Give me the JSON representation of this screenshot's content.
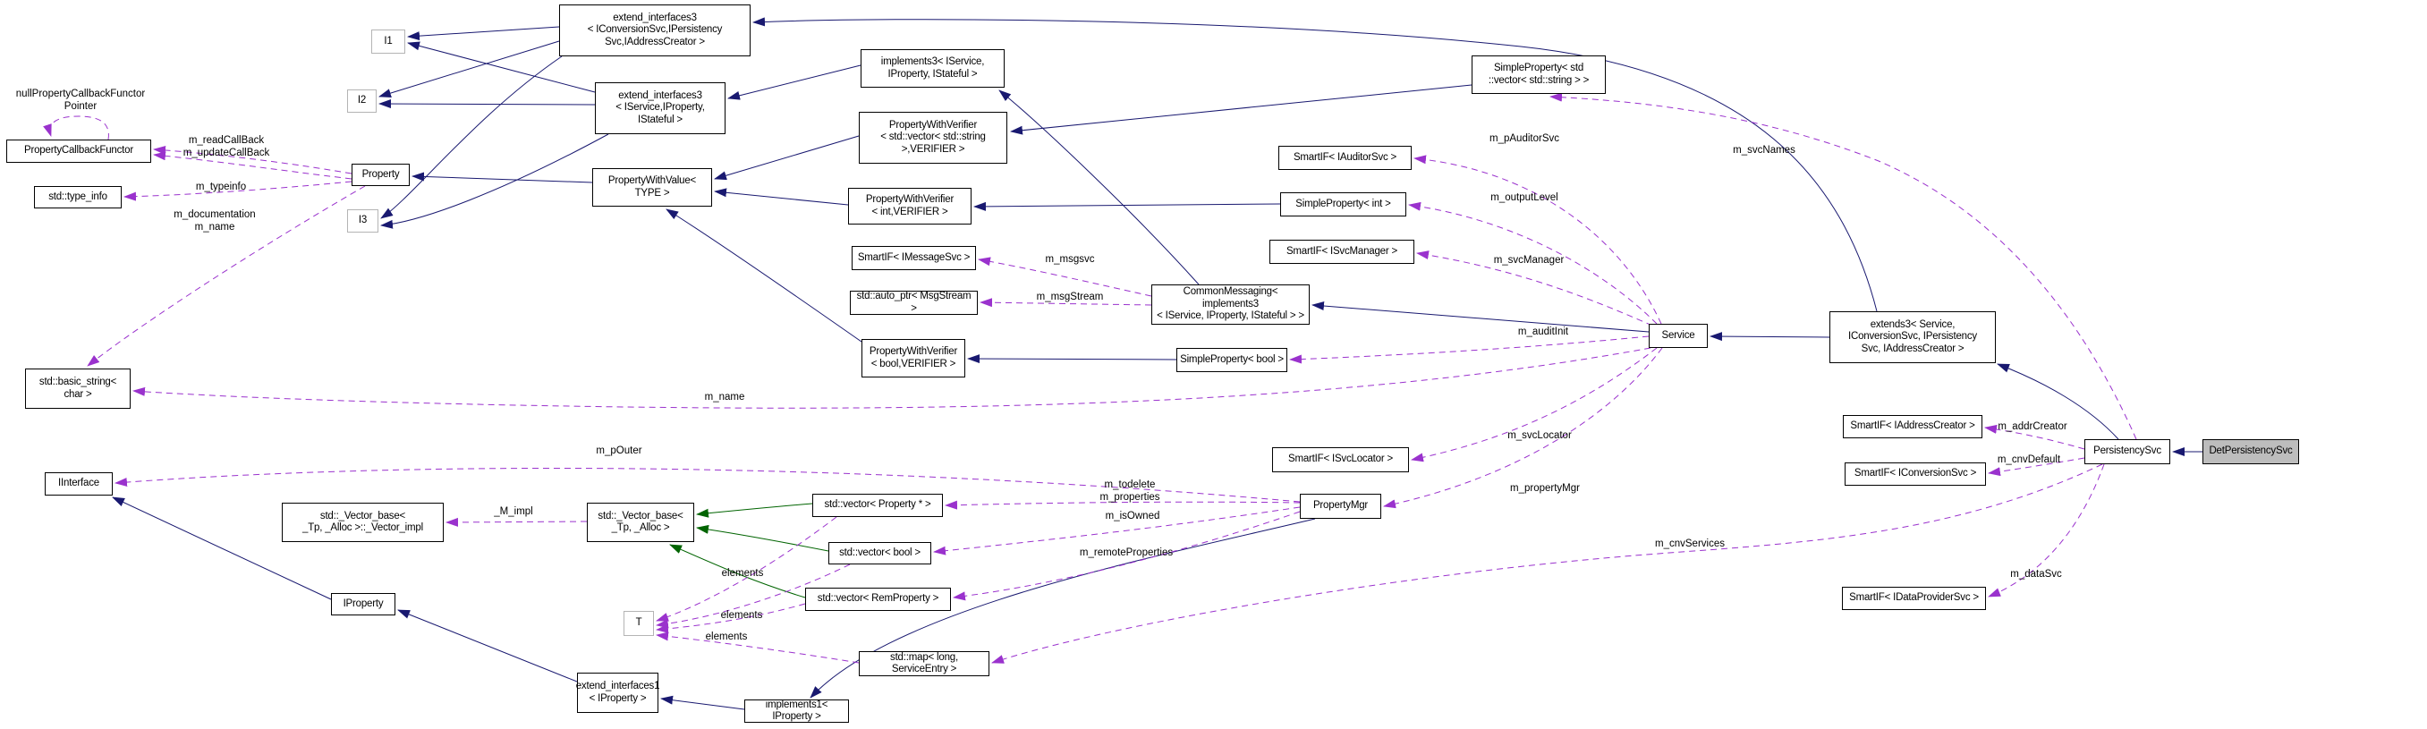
{
  "diagram": {
    "kind": "collaboration-graph",
    "colors": {
      "inheritance_edge": "#191970",
      "usage_edge": "#9a32cd",
      "template_edge": "#006400",
      "node_border": "#000000",
      "template_param_border": "#b4b4b4",
      "current_node_fill": "#bdbdbd"
    },
    "nodes": {
      "i1": {
        "label": "I1"
      },
      "i2": {
        "label": "I2"
      },
      "i3": {
        "label": "I3"
      },
      "t": {
        "label": "T"
      },
      "ext3_conv": {
        "label": "extend_interfaces3\n< IConversionSvc,IPersistency\nSvc,IAddressCreator >"
      },
      "ext3_svc": {
        "label": "extend_interfaces3\n< IService,IProperty,\nIStateful >"
      },
      "impl3": {
        "label": "implements3< IService,\nIProperty, IStateful >"
      },
      "pwv_vec": {
        "label": "PropertyWithVerifier\n< std::vector< std::string\n>,VERIFIER >"
      },
      "pwv_int": {
        "label": "PropertyWithVerifier\n< int,VERIFIER >"
      },
      "pwv_bool": {
        "label": "PropertyWithVerifier\n< bool,VERIFIER >"
      },
      "pwvalue": {
        "label": "PropertyWithValue<\nTYPE >"
      },
      "property": {
        "label": "Property"
      },
      "smartif_imessagesvc": {
        "label": "SmartIF< IMessageSvc >"
      },
      "autoptr_msgstream": {
        "label": "std::auto_ptr< MsgStream >"
      },
      "commonmsg": {
        "label": "CommonMessaging< implements3\n< IService, IProperty, IStateful > >"
      },
      "smartif_iauditorsvc": {
        "label": "SmartIF< IAuditorSvc >"
      },
      "simpleprop_int": {
        "label": "SimpleProperty< int >"
      },
      "smartif_isvcmanager": {
        "label": "SmartIF< ISvcManager >"
      },
      "simpleprop_bool": {
        "label": "SimpleProperty< bool >"
      },
      "simpleprop_vecstr": {
        "label": "SimpleProperty< std\n::vector< std::string > >"
      },
      "service": {
        "label": "Service"
      },
      "extends3": {
        "label": "extends3< Service,\nIConversionSvc, IPersistency\nSvc, IAddressCreator >"
      },
      "smartif_iaddresscreator": {
        "label": "SmartIF< IAddressCreator >"
      },
      "smartif_iconversionsvc": {
        "label": "SmartIF< IConversionSvc >"
      },
      "persistencysvc": {
        "label": "PersistencySvc"
      },
      "detpersistencysvc": {
        "label": "DetPersistencySvc"
      },
      "smartif_idataprovidersvc": {
        "label": "SmartIF< IDataProviderSvc >"
      },
      "smartif_isvclocator": {
        "label": "SmartIF< ISvcLocator >"
      },
      "propertymgr": {
        "label": "PropertyMgr"
      },
      "basic_string": {
        "label": "std::basic_string<\nchar >"
      },
      "iinterface": {
        "label": "IInterface"
      },
      "vector_impl": {
        "label": "std::_Vector_base<\n_Tp, _Alloc >::_Vector_impl"
      },
      "vector_base": {
        "label": "std::_Vector_base<\n_Tp, _Alloc >"
      },
      "vector_property": {
        "label": "std::vector< Property * >"
      },
      "vector_bool": {
        "label": "std::vector< bool >"
      },
      "vector_remproperty": {
        "label": "std::vector< RemProperty >"
      },
      "iproperty": {
        "label": "IProperty"
      },
      "ext1": {
        "label": "extend_interfaces1\n< IProperty >"
      },
      "impl1": {
        "label": "implements1< IProperty >"
      },
      "map_serviceentry": {
        "label": "std::map< long, ServiceEntry >"
      },
      "callbackfunctor": {
        "label": "PropertyCallbackFunctor"
      },
      "type_info": {
        "label": "std::type_info"
      }
    },
    "edge_labels": {
      "null_pointer": "nullPropertyCallbackFunctor\nPointer",
      "read_update": "m_readCallBack\nm_updateCallBack",
      "typeinfo": "m_typeinfo",
      "doc_name": "m_documentation\nm_name",
      "msgsvc": "m_msgsvc",
      "msgstream": "m_msgStream",
      "pauditorsvc": "m_pAuditorSvc",
      "outputlevel": "m_outputLevel",
      "svcmanager": "m_svcManager",
      "svcnames": "m_svcNames",
      "auditinit": "m_auditInit",
      "name": "m_name",
      "pouter": "m_pOuter",
      "svclocator": "m_svcLocator",
      "propertymgr": "m_propertyMgr",
      "cnvservices": "m_cnvServices",
      "todelete_properties": "m_todelete\nm_properties",
      "isowned": "m_isOwned",
      "remoteproperties": "m_remoteProperties",
      "m_impl": "_M_impl",
      "elements": "elements",
      "addrcreator": "m_addrCreator",
      "cnvdefault": "m_cnvDefault",
      "datasvc": "m_dataSvc"
    }
  }
}
